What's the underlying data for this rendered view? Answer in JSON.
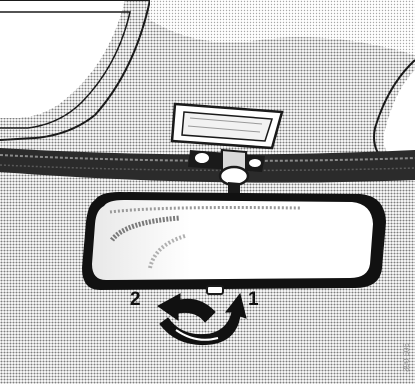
{
  "labels": {
    "position_1": "1",
    "position_2": "2",
    "figure_code": "390 506"
  },
  "colors": {
    "halftone_dark": "#8a8a8a",
    "outline": "#1a1a1a",
    "glass": "#ffffff",
    "arrow": "#111111"
  },
  "icons": {
    "tilt_arrow": "curved-double-arrow-icon"
  }
}
